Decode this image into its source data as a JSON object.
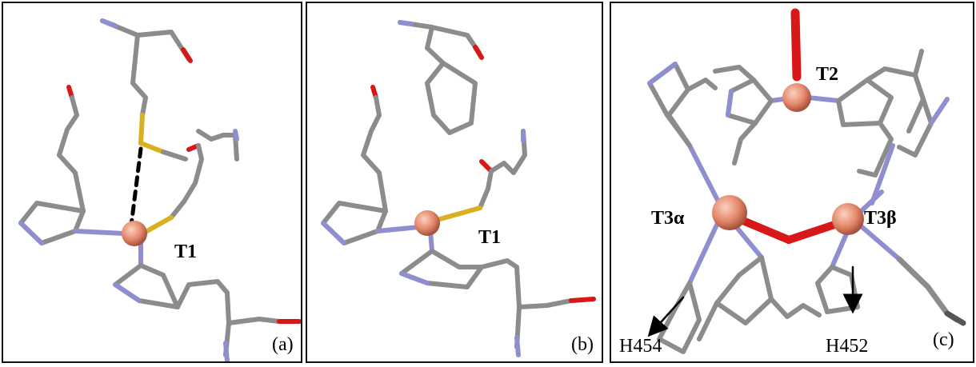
{
  "panels": [
    {
      "id": "a",
      "tag": "(a)",
      "sites": [
        "T1"
      ]
    },
    {
      "id": "b",
      "tag": "(b)",
      "sites": [
        "T1"
      ]
    },
    {
      "id": "c",
      "tag": "(c)",
      "sites": [
        "T2",
        "T3α",
        "T3β"
      ],
      "residues": [
        "H454",
        "H452"
      ]
    }
  ],
  "colors": {
    "carbon": "#8c8c8c",
    "nitrogen": "#8f8fd0",
    "oxygen": "#d81818",
    "sulfur": "#d8b020",
    "copper": "#e4876a",
    "hbond": "#000000",
    "border": "#111111"
  }
}
